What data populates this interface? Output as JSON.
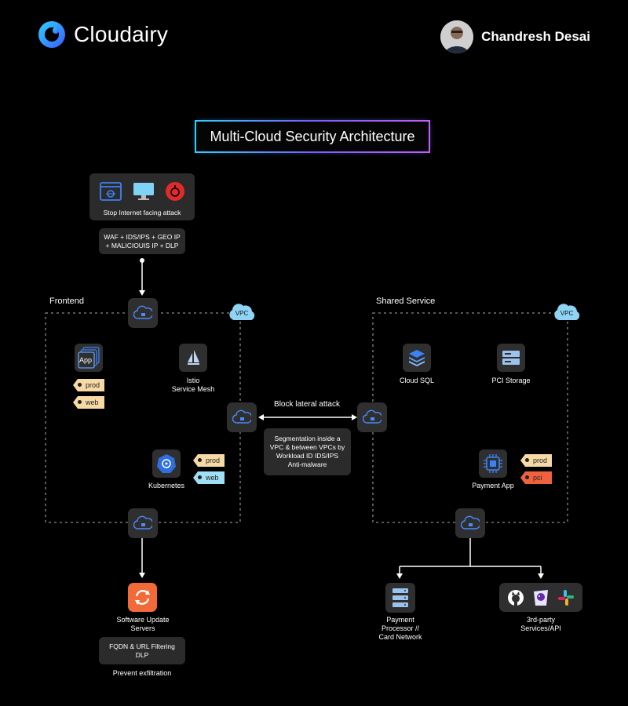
{
  "header": {
    "brand": "Cloudairy",
    "author": "Chandresh Desai"
  },
  "title": "Multi-Cloud Security Architecture",
  "attack": {
    "caption": "Stop Internet facing attack",
    "controls": "WAF + IDS/IPS + GEO IP\n+ MALICIOUIS IP + DLP"
  },
  "frontend": {
    "label": "Frontend",
    "vpc": "VPC",
    "app": "App",
    "app_tags": [
      "prod",
      "web"
    ],
    "istio": "Istio\nService Mesh",
    "kubernetes": "Kubernetes",
    "k8s_tags": [
      "prod",
      "web"
    ]
  },
  "middle": {
    "lateral": "Block lateral attack",
    "segmentation": "Segmentation inside a\nVPC & between VPCs by\nWorkload ID IDS/IPS\nAnti-malware"
  },
  "shared": {
    "label": "Shared Service",
    "vpc": "VPC",
    "cloud_sql": "Cloud SQL",
    "pci_storage": "PCI Storage",
    "payment_app": "Payment App",
    "payment_tags": [
      "prod",
      "pci"
    ]
  },
  "egress": {
    "software_update": "Software Update\nServers",
    "filtering": "FQDN & URL Filtering\nDLP",
    "exfil": "Prevent exfiltration"
  },
  "external": {
    "payment_processor": "Payment\nProcessor //\nCard Network",
    "third_party": "3rd-party\nServices/API"
  },
  "colors": {
    "tag_prod": "#f7d9a5",
    "tag_web": "#9fe0f5",
    "tag_pci": "#f0623e",
    "accent_blue": "#3b82f6",
    "node_bg": "#2f2f2f"
  }
}
